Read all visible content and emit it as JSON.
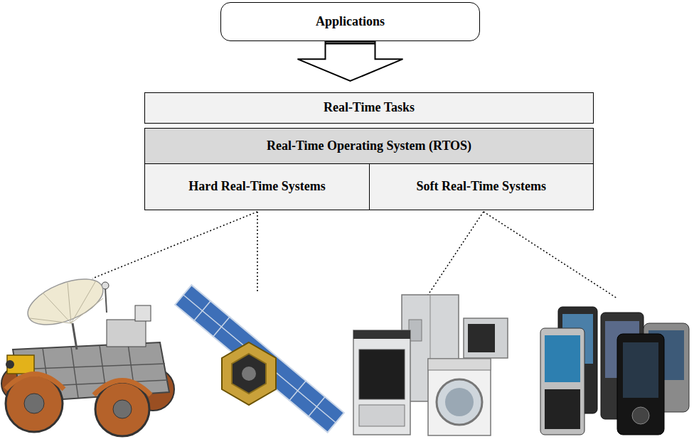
{
  "diagram": {
    "nodes": [
      {
        "text": [
          "Applications"
        ]
      },
      {
        "text": [
          "Real-Time Tasks"
        ]
      },
      {
        "text": [
          "Real-Time Operating System (RTOS)"
        ]
      },
      {
        "text": [
          "Hard Real-Time Systems"
        ]
      },
      {
        "text": [
          "Soft Real-Time Systems"
        ]
      }
    ],
    "edges": [
      {
        "from": 0,
        "to": 1,
        "arrow": "to"
      }
    ]
  }
}
